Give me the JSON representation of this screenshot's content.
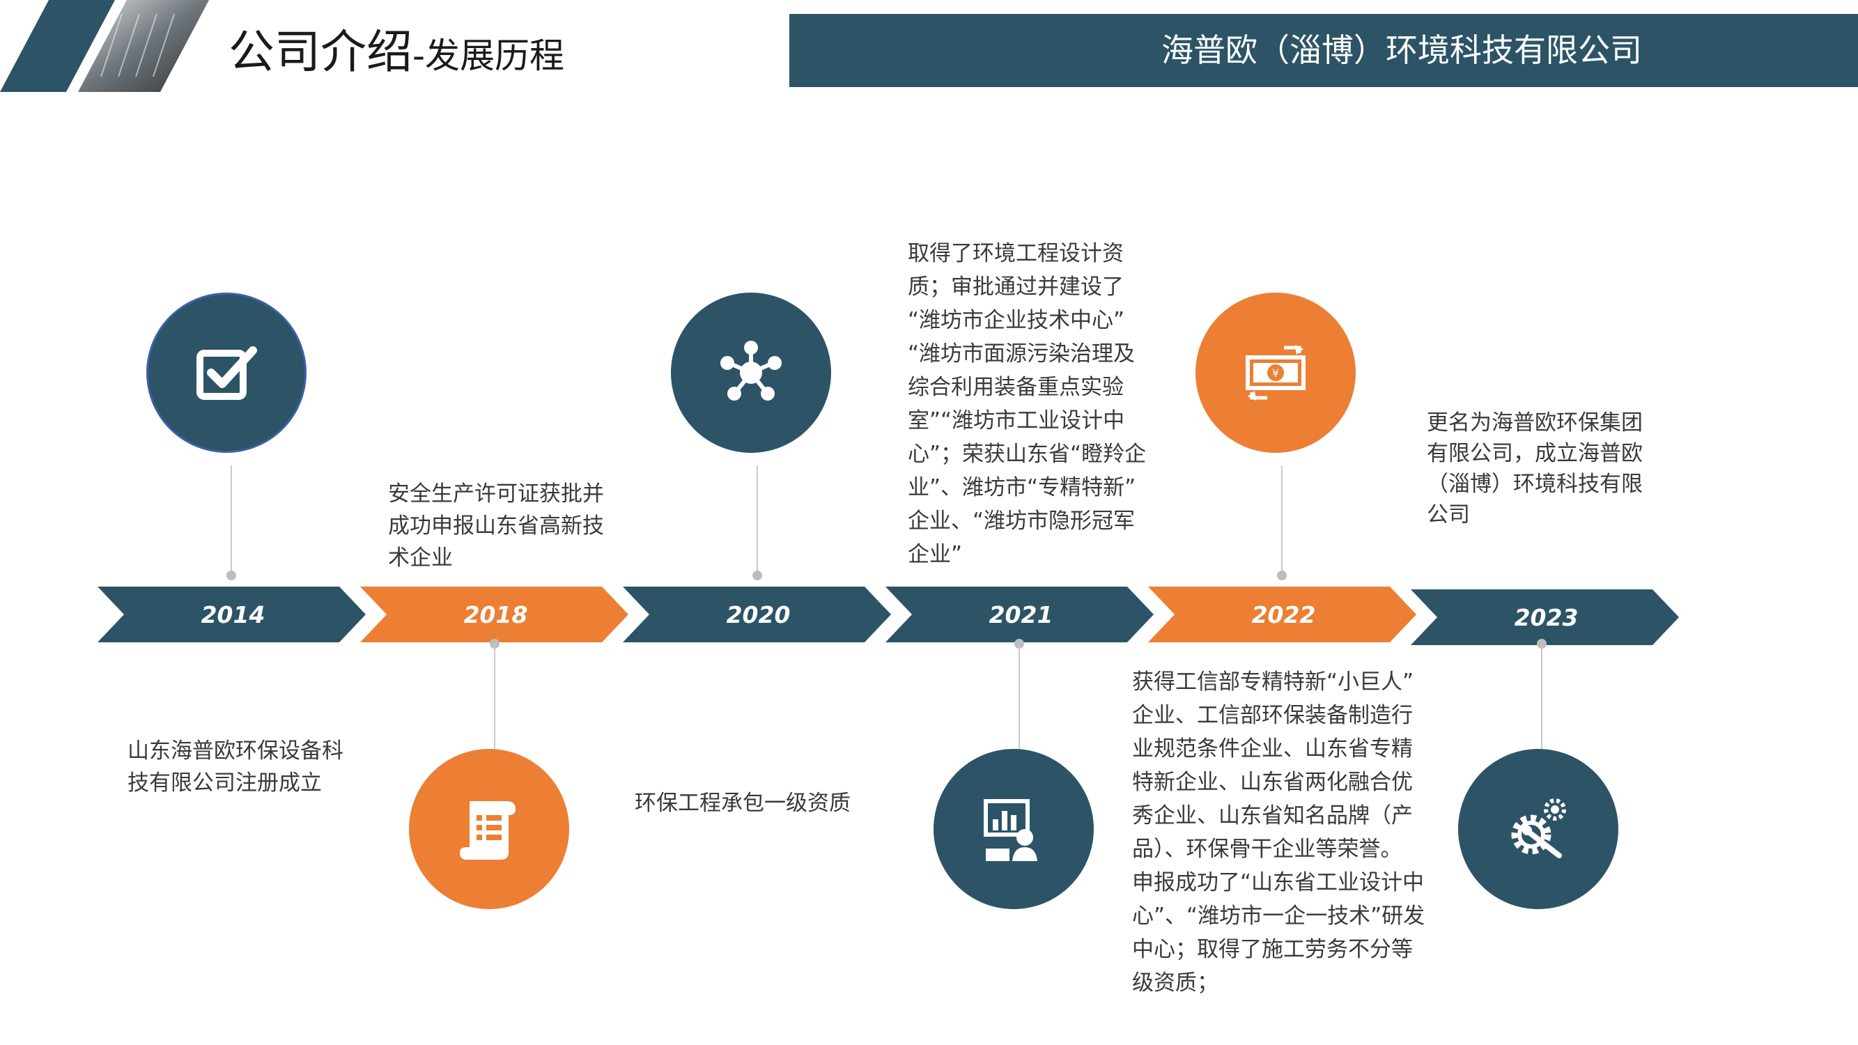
{
  "header": {
    "title": "公司介绍",
    "subtitle": "-发展历程",
    "company": "海普欧（淄博）环境科技有限公司"
  },
  "colors": {
    "navy": "#2c5466",
    "orange": "#ec7f33",
    "connector": "#c9c9c9",
    "text": "#3a3a3a"
  },
  "timeline": {
    "years": [
      "2014",
      "2018",
      "2020",
      "2021",
      "2022",
      "2023"
    ],
    "milestones": [
      {
        "year": "2014",
        "icon": "checkbox-icon",
        "color": "navy",
        "lines": [
          "山东海普欧环保设备科",
          "技有限公司注册成立"
        ]
      },
      {
        "year": "2018",
        "icon": "document-scroll-icon",
        "color": "orange",
        "lines": [
          "安全生产许可证获批并",
          "成功申报山东省高新技",
          "术企业"
        ]
      },
      {
        "year": "2020",
        "icon": "network-hub-icon",
        "color": "navy",
        "lines": [
          "环保工程承包一级资质"
        ]
      },
      {
        "year": "2021",
        "icon": "presentation-analytics-icon",
        "color": "navy",
        "lines": [
          "取得了环境工程设计资",
          "质；审批通过并建设了",
          "“潍坊市企业技术中心”",
          "“潍坊市面源污染治理及",
          "综合利用装备重点实验",
          "室”“潍坊市工业设计中",
          "心”；荣获山东省“瞪羚企",
          "业”、潍坊市“专精特新”",
          "企业、“潍坊市隐形冠军",
          "企业”"
        ]
      },
      {
        "year": "2022",
        "icon": "money-exchange-icon",
        "color": "orange",
        "lines": [
          "获得工信部专精特新“小巨人”",
          "企业、工信部环保装备制造行",
          "业规范条件企业、山东省专精",
          "特新企业、山东省两化融合优",
          "秀企业、山东省知名品牌（产",
          "品）、环保骨干企业等荣誉。",
          "申报成功了“山东省工业设计中",
          "心”、“潍坊市一企一技术”研发",
          "中心；取得了施工劳务不分等",
          "级资质；"
        ]
      },
      {
        "year": "2023",
        "icon": "gear-settings-icon",
        "color": "navy",
        "lines": [
          "更名为海普欧环保集团",
          "有限公司，成立海普欧",
          "（淄博）环境科技有限",
          "公司"
        ]
      }
    ],
    "currency_symbol": "¥"
  }
}
